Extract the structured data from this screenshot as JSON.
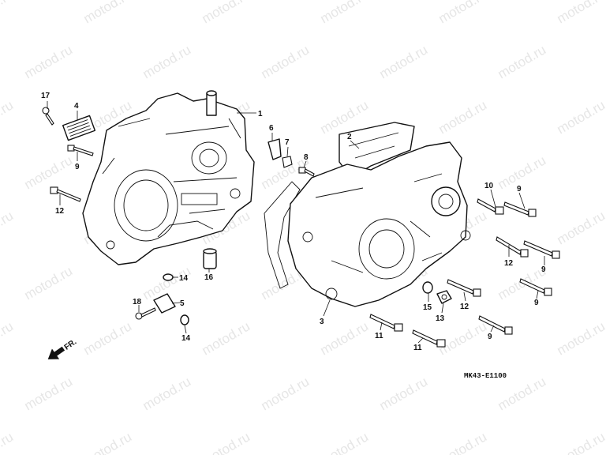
{
  "watermark": "motod.ru",
  "drawing_code": "MK43-E1100",
  "direction_label": "FR.",
  "callouts": {
    "c1": "1",
    "c2": "2",
    "c3": "3",
    "c4": "4",
    "c5": "5",
    "c6": "6",
    "c7": "7",
    "c8": "8",
    "c9a": "9",
    "c9b": "9",
    "c9c": "9",
    "c9d": "9",
    "c9e": "9",
    "c10": "10",
    "c11a": "11",
    "c11b": "11",
    "c12a": "12",
    "c12b": "12",
    "c12c": "12",
    "c13": "13",
    "c14a": "14",
    "c14b": "14",
    "c15": "15",
    "c16": "16",
    "c17": "17",
    "c18": "18"
  },
  "colors": {
    "ink": "#111111",
    "watermark": "#e6e6e6",
    "paper": "#ffffff"
  }
}
